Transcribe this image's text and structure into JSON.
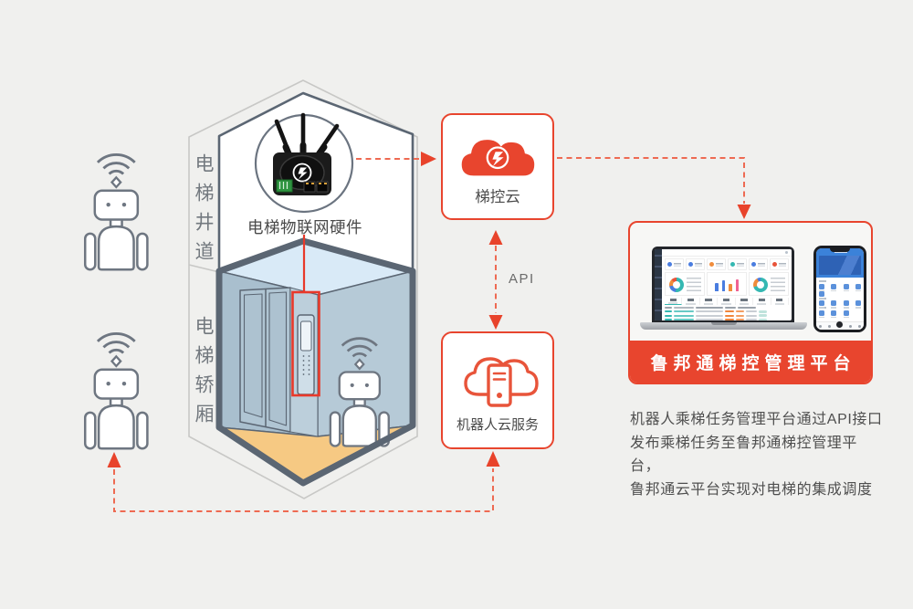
{
  "labels": {
    "shaft": "电梯井道",
    "car": "电梯轿厢",
    "hardware": "电梯物联网硬件",
    "cloud": "梯控云",
    "api": "API",
    "robot_cloud": "机器人云服务",
    "platform": "鲁邦通梯控管理平台"
  },
  "description": {
    "lines": [
      "机器人乘梯任务管理平台通过API接口",
      "发布乘梯任务至鲁邦通梯控管理平台，",
      "鲁邦通云平台实现对电梯的集成调度"
    ]
  },
  "icons": {
    "wifi": "wifi-icon",
    "robot": "robot-icon",
    "cloud_filled": "cloud-icon",
    "cloud_server": "cloud-server-icon",
    "router": "iot-router"
  },
  "colors": {
    "background": "#f0f0ee",
    "accent_red": "#e8452e",
    "dash_red": "#ee6a52",
    "outline_dark": "#5b6673",
    "robot_stroke": "#6e7681",
    "wall_left": "#a9bfce",
    "wall_right": "#b6cad7",
    "ceiling": "#d9eaf7",
    "floor": "#f6c983",
    "phone_blue": "#3b82d9",
    "teal": "#35b8b2",
    "blue": "#4a7de0",
    "orange": "#f08c3c"
  }
}
